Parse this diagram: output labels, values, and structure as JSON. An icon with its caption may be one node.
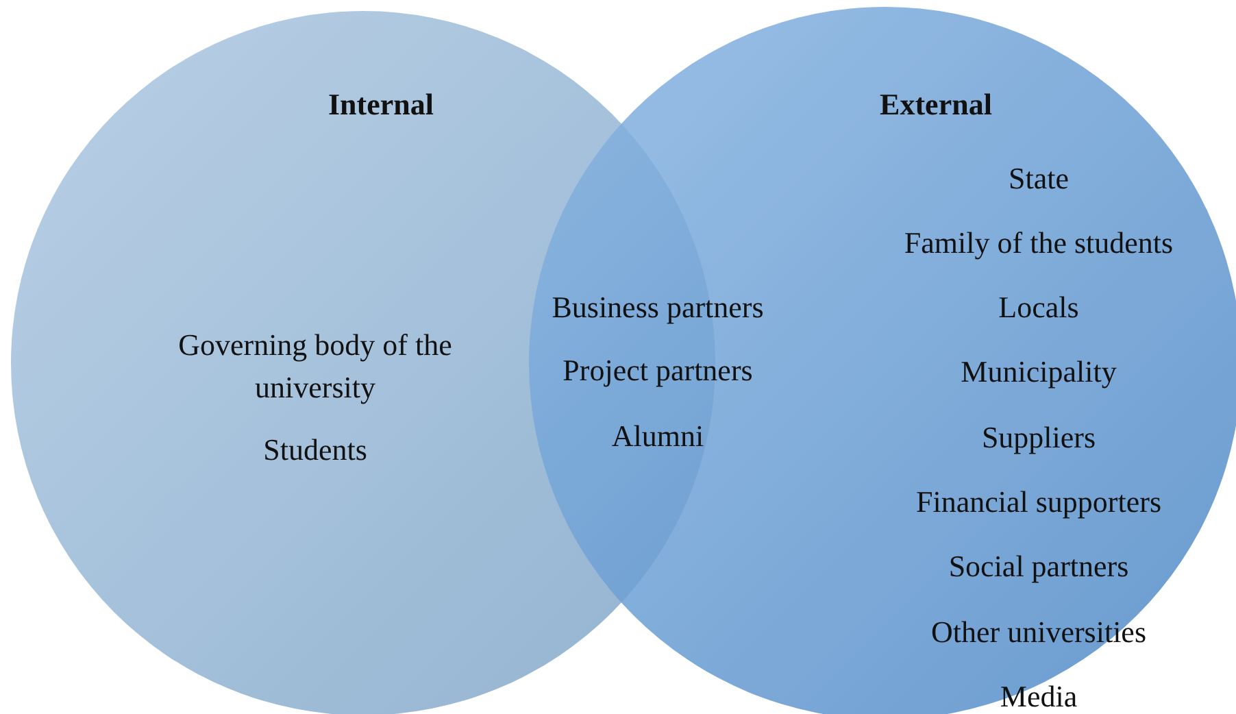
{
  "diagram": {
    "nodes": [
      {
        "text": [
          "Internal",
          "Governing body of the university",
          "Students"
        ]
      },
      {
        "text": [
          "External",
          "State",
          "Family of the students",
          "Locals",
          "Municipality",
          "Suppliers",
          "Financial supporters",
          "Social partners",
          "Other universities",
          "Media"
        ]
      }
    ],
    "labels": [
      "Business partners",
      "Project partners",
      "Alumni"
    ]
  }
}
